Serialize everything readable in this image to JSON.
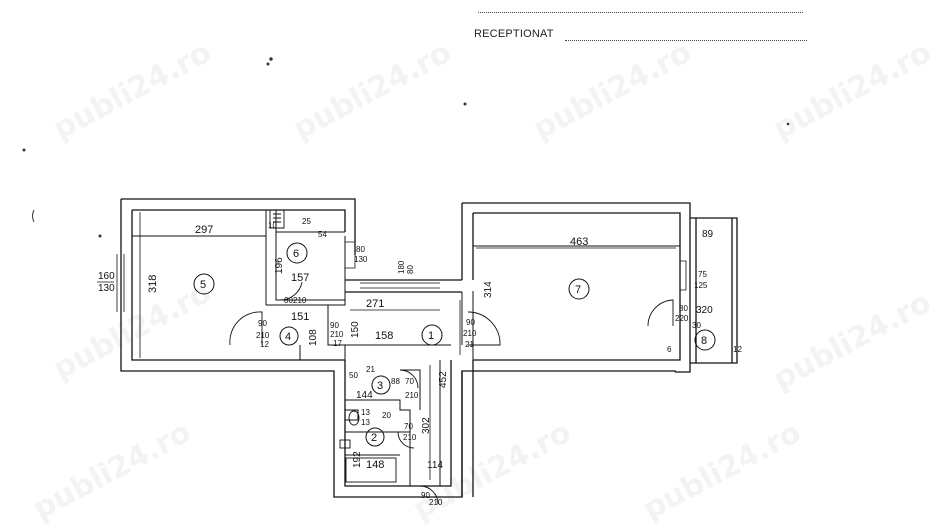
{
  "header": {
    "receptionat_label": "RECEPTIONAT"
  },
  "watermark": {
    "text": "publi24.ro"
  },
  "rooms": [
    {
      "number": "1"
    },
    {
      "number": "2"
    },
    {
      "number": "3"
    },
    {
      "number": "4"
    },
    {
      "number": "5"
    },
    {
      "number": "6"
    },
    {
      "number": "7"
    },
    {
      "number": "8"
    }
  ],
  "dimensions": {
    "r5_width": "297",
    "r5_height": "318",
    "window_left_top": "160",
    "window_left_bottom": "130",
    "r6_196": "196",
    "r6_157": "157",
    "r6_54": "54",
    "r6_10": "10",
    "r6_25": "25",
    "door_80_130_top": "80",
    "door_80_130_bottom": "130",
    "hall_window_180": "180",
    "hall_window_80": "80",
    "hall_271": "271",
    "d_80_210_top": "80",
    "d_80_210_bottom": "210",
    "r4_151": "151",
    "r4_90": "90",
    "r4_210": "210",
    "r4_12": "12",
    "r4_108": "108",
    "d90_210_top": "90",
    "d90_210_bottom": "210",
    "d_150": "150",
    "d_17": "17",
    "r1_158": "158",
    "d_right_90": "90",
    "d_right_210": "210",
    "d_right_21": "21",
    "r7_463": "463",
    "r7_314": "314",
    "r7_75": "75",
    "r7_125": "125",
    "r7_80": "80",
    "r7_220": "220",
    "r7_6": "6",
    "r8_89": "89",
    "r8_30": "30",
    "r8_320": "320",
    "r8_12": "12",
    "r3_50": "50",
    "r3_21": "21",
    "r3_88": "88",
    "r3_70": "70",
    "r3_144": "144",
    "r3_210": "210",
    "r1_452": "452",
    "r2_13a": "13",
    "r2_13b": "13",
    "r2_70": "70",
    "r2_210": "210",
    "r2_192": "192",
    "r2_148": "148",
    "r2_302": "302",
    "r2_114": "114",
    "entry_90": "90",
    "entry_210": "210",
    "r2_20": "20"
  }
}
